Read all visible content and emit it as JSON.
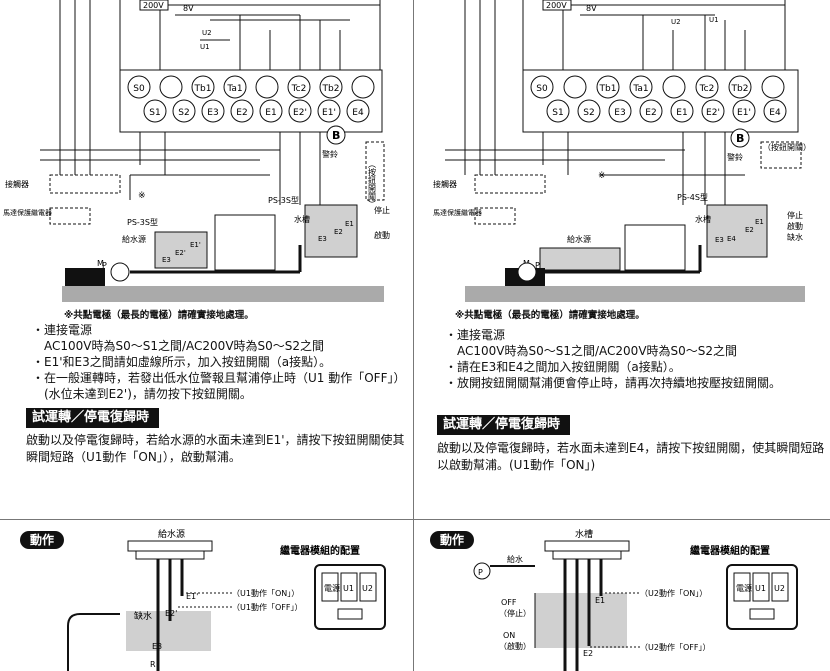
{
  "left": {
    "panel": {
      "voltage_200": "200V",
      "voltage_8": "8V",
      "u2": "U2",
      "u1": "U1",
      "terminals_top": [
        "S0",
        "",
        "Tb1",
        "Ta1",
        "",
        "Tc2",
        "Tb2",
        ""
      ],
      "terminals_bottom": [
        "S1",
        "S2",
        "E3",
        "E2",
        "E1",
        "E2'",
        "E1'",
        "E4"
      ],
      "alarm_b": "B",
      "alarm_label": "警鈴",
      "button_label": "（按鈕開關）"
    },
    "labels": {
      "contactor": "接觸器",
      "thermal_relay": "馬達保護繼電器",
      "ground": "※",
      "ps3s_upper": "PS-3S型",
      "ps3s_lower": "PS-3S型",
      "water_source": "給水源",
      "tank": "水槽",
      "stop": "停止",
      "start": "啟動",
      "motor_m": "M",
      "pump_p": "P",
      "e1": "E1",
      "e2": "E2",
      "e3": "E3",
      "e1p": "E1'",
      "e2p": "E2'"
    },
    "note": "※共點電極（最長的電極）請確實接地處理。",
    "bullets": [
      "連接電源",
      "AC100V時為S0～S1之間/AC200V時為S0～S2之間",
      "E1'和E3之間請如虛線所示，加入按鈕開關（a接點）。",
      "在一般運轉時，若發出低水位警報且幫浦停止時（U1 動作「OFF」）(水位未達到E2')，請勿按下按鈕開關。"
    ],
    "section_title": "試運轉／停電復歸時",
    "paragraph": "啟動以及停電復歸時，若給水源的水面未達到E1'，請按下按鈕開關使其瞬間短路（U1動作「ON」），啟動幫浦。"
  },
  "right": {
    "panel": {
      "voltage_200": "200V",
      "voltage_8": "8V",
      "u2": "U2",
      "u1": "U1",
      "terminals_top": [
        "S0",
        "",
        "Tb1",
        "Ta1",
        "",
        "Tc2",
        "Tb2",
        ""
      ],
      "terminals_bottom": [
        "S1",
        "S2",
        "E3",
        "E2",
        "E1",
        "E2'",
        "E1'",
        "E4"
      ],
      "alarm_b": "B",
      "alarm_label": "警鈴",
      "button_label": "（按鈕開關）"
    },
    "labels": {
      "contactor": "接觸器",
      "thermal_relay": "馬達保護繼電器",
      "ground": "※",
      "ps4s": "PS-4S型",
      "water_source": "給水源",
      "tank": "水槽",
      "stop": "停止",
      "start": "啟動",
      "shortage": "缺水",
      "motor_m": "M",
      "pump_p": "P",
      "e1": "E1",
      "e2": "E2",
      "e3": "E3",
      "e4": "E4"
    },
    "note": "※共點電極（最長的電極）請確實接地處理。",
    "bullets": [
      "連接電源",
      "AC100V時為S0～S1之間/AC200V時為S0～S2之間",
      "請在E3和E4之間加入按鈕開關（a接點）。",
      "放開按鈕開關幫浦便會停止時，請再次持續地按壓按鈕開關。"
    ],
    "section_title": "試運轉／停電復歸時",
    "paragraph": "啟動以及停電復歸時，若水面未達到E4，請按下按鈕開關，使其瞬間短路以啟動幫浦。(U1動作「ON」)"
  },
  "bottom_left": {
    "pill": "動作",
    "source_label": "給水源",
    "relay_title": "繼電器模組的配置",
    "e1p": "E1'",
    "e2p": "E2'",
    "e3": "E3",
    "shortage": "缺水",
    "ann_on": "（U1動作「ON」）",
    "ann_off": "（U1動作「OFF」）",
    "r_label": "R",
    "relay_cells": [
      "電源",
      "U1",
      "U2"
    ]
  },
  "bottom_right": {
    "pill": "動作",
    "tank_label": "水槽",
    "supply_label": "給水",
    "p_label": "P",
    "relay_title": "繼電器模組的配置",
    "off_label": "OFF",
    "off_sub": "（停止）",
    "on_label": "ON",
    "on_sub": "（啟動）",
    "e1": "E1",
    "e2": "E2",
    "ann_on": "（U2動作「ON」）",
    "ann_off": "（U2動作「OFF」）",
    "relay_cells": [
      "電源",
      "U1",
      "U2"
    ]
  }
}
